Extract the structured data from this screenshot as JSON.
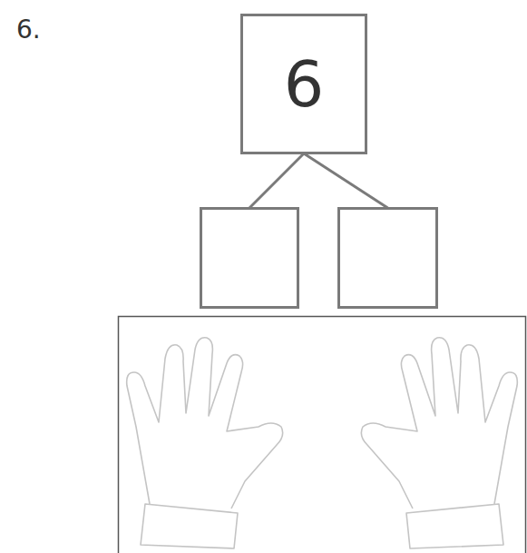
{
  "diagram": {
    "nodes": [
      {
        "text": [
          "6"
        ]
      },
      {
        "text": []
      },
      {
        "text": []
      }
    ],
    "edges": [
      {
        "from": 0,
        "to": 1,
        "arrow": "none"
      },
      {
        "from": 0,
        "to": 2,
        "arrow": "none"
      }
    ],
    "labels": [
      "6."
    ]
  }
}
